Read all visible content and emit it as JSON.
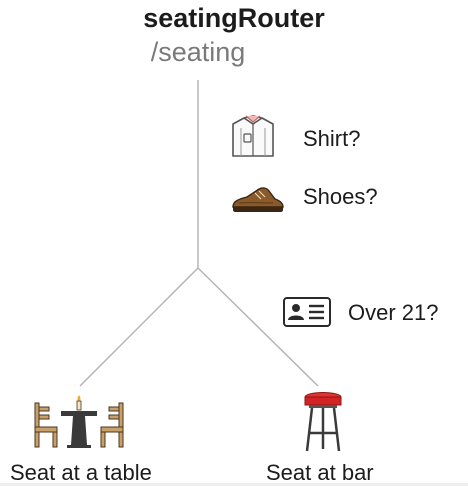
{
  "router": {
    "name": "seatingRouter",
    "path": "/seating"
  },
  "requirements": [
    {
      "label": "Shirt?",
      "icon": "shirt-icon"
    },
    {
      "label": "Shoes?",
      "icon": "shoe-icon"
    },
    {
      "label": "Over 21?",
      "icon": "id-card-icon"
    }
  ],
  "leaves": [
    {
      "label": "Seat at a table",
      "icon": "table-chairs-icon"
    },
    {
      "label": "Seat at bar",
      "icon": "bar-stool-icon"
    }
  ],
  "colors": {
    "line": "#b5b5b5",
    "stool_seat": "#e53030",
    "wood": "#c8a06a",
    "shoe": "#8a5a2b"
  }
}
